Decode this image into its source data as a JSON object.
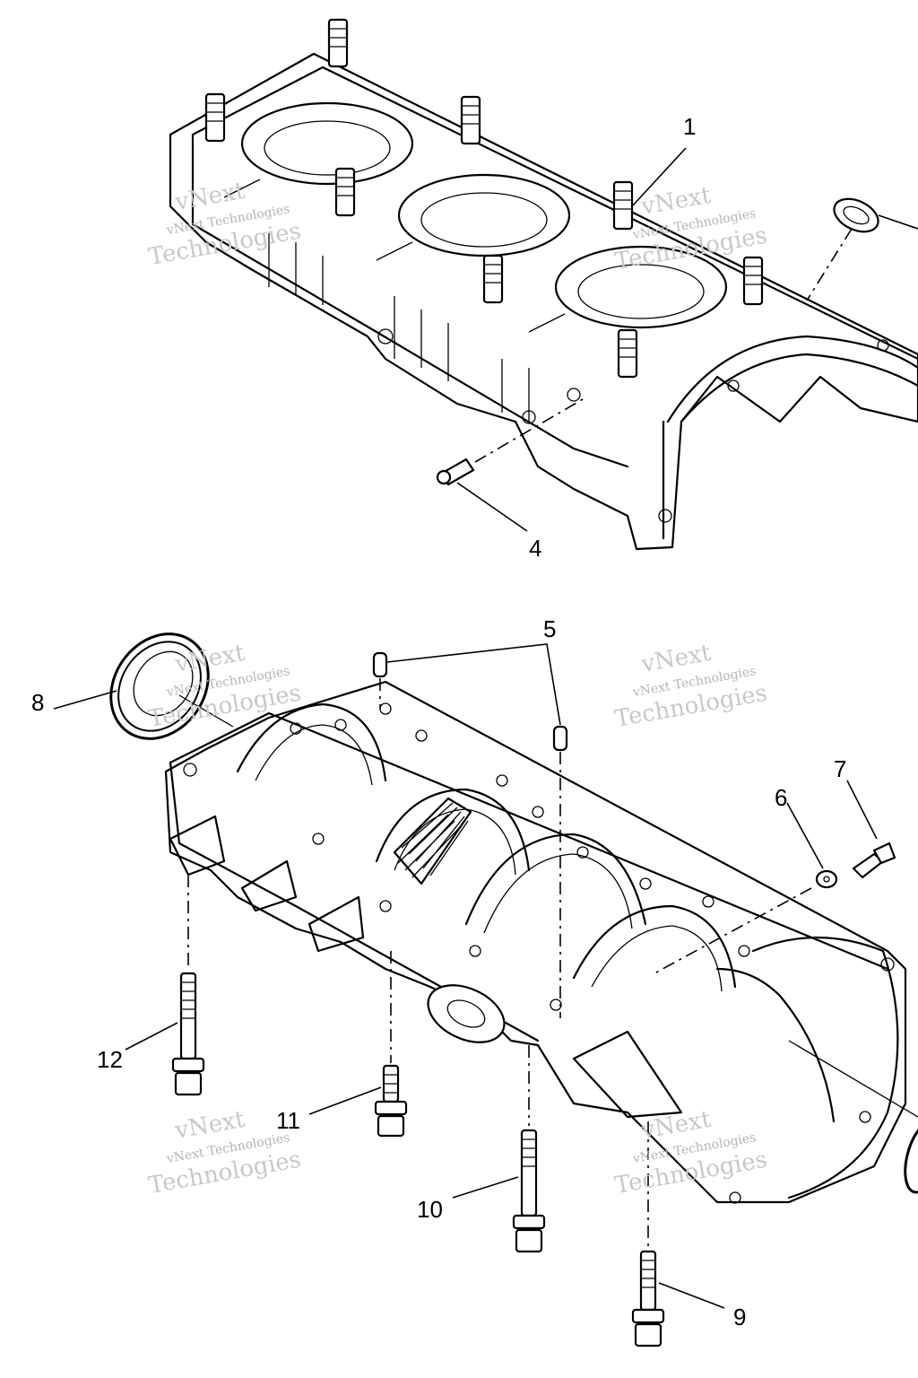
{
  "callouts": {
    "c1": "1",
    "c4": "4",
    "c5": "5",
    "c6": "6",
    "c7": "7",
    "c8": "8",
    "c9": "9",
    "c10": "10",
    "c11": "11",
    "c12": "12"
  },
  "watermark": {
    "top": "vNext",
    "line": "vNext Technologies",
    "bottom": "Technologies"
  },
  "colors": {
    "ink": "#000000",
    "watermark": "#c8c8c8"
  }
}
